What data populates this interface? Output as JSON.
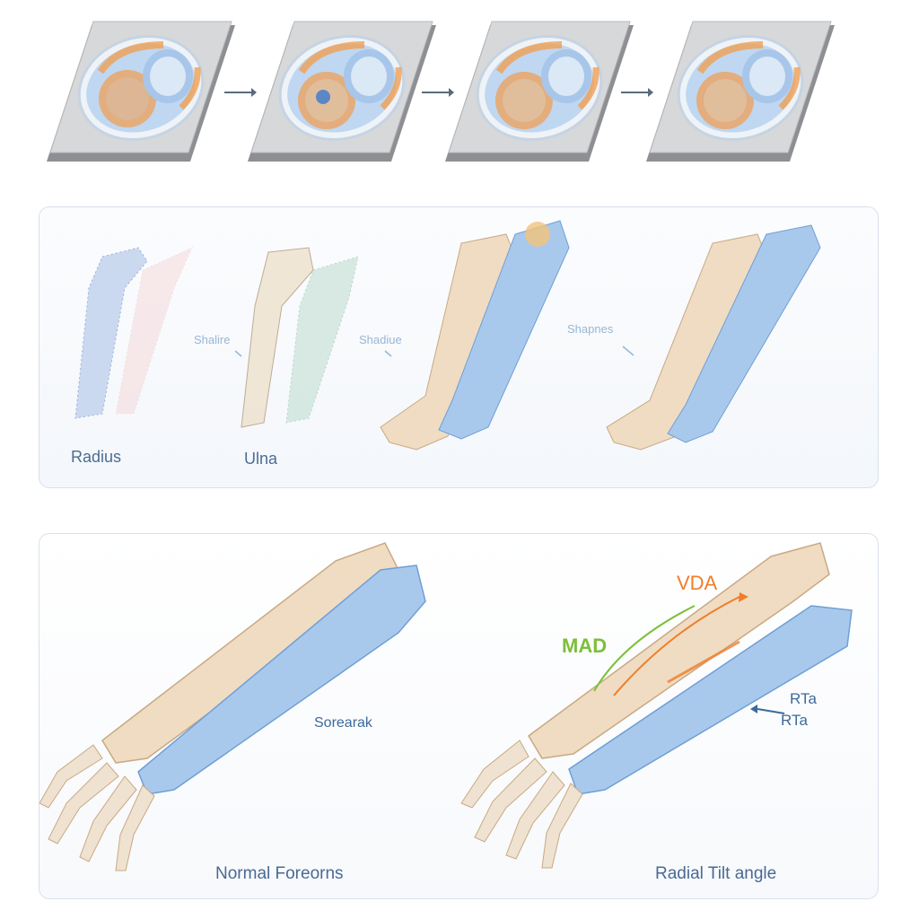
{
  "pipeline": {
    "slides": [
      {
        "id": 1
      },
      {
        "id": 2
      },
      {
        "id": 3
      },
      {
        "id": 4
      }
    ]
  },
  "middle_panel": {
    "labels": {
      "radius": "Radius",
      "ulna": "Ulna",
      "step1": "Shalire",
      "step2": "Shadiue",
      "step3": "Shapnes"
    }
  },
  "bottom_panel": {
    "left_caption": "Normal Foreorns",
    "left_inline": "Sorearak",
    "right_caption": "Radial Tilt angle",
    "mad": "MAD",
    "vda": "VDA",
    "rta_1": "RTa",
    "rta_2": "RTa"
  },
  "colors": {
    "bone": "#efdcc2",
    "bone_shade": "#d8b991",
    "ulna_blue": "#a9c9ec",
    "ulna_blue_dark": "#6f9fd6",
    "accent_orange": "#f07d2a",
    "accent_green": "#7cbf3a",
    "label_blue": "#4b6d94"
  }
}
